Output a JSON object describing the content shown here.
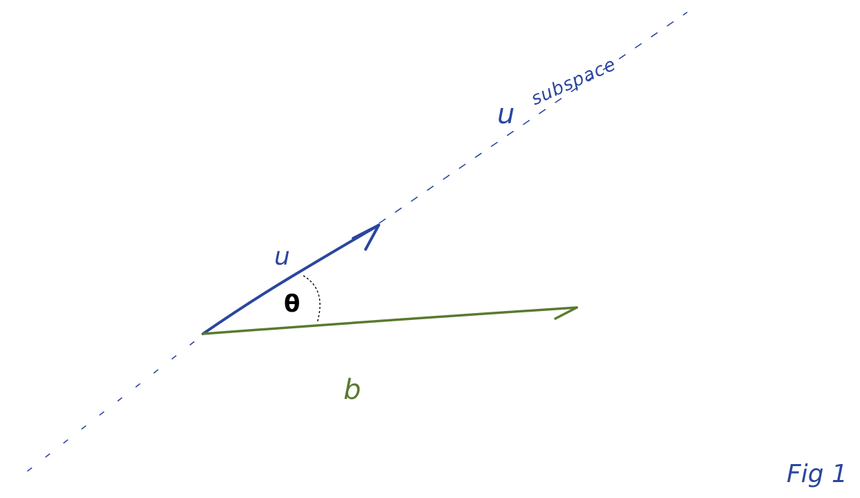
{
  "labels": {
    "subspace_u": "u",
    "subspace_word": "subspace",
    "vector_u": "u",
    "angle": "θ",
    "vector_b": "b",
    "figure_caption": "Fig 1"
  },
  "colors": {
    "vector_u": "#2b46a0",
    "vector_b": "#5a7a2e",
    "subspace_line": "#2b46a0",
    "angle_arc": "#000000",
    "theta": "#000000",
    "caption": "#2b46a0"
  }
}
